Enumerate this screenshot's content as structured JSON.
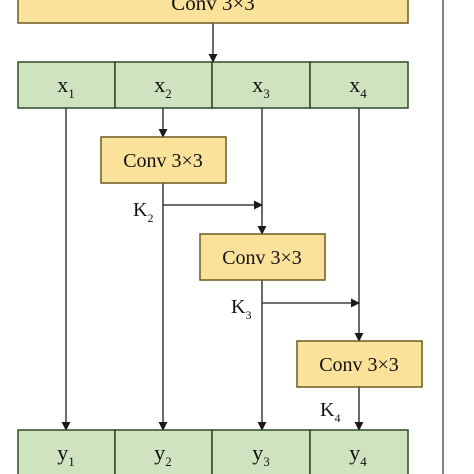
{
  "colors": {
    "conv_fill": "#fbe29a",
    "conv_stroke": "#6b5a1f",
    "split_fill": "#cfe3c0",
    "split_stroke": "#2c4a22",
    "line": "#1a1a1a",
    "frame": "#333333"
  },
  "top_conv": {
    "label": "Conv 3×3"
  },
  "inputs": [
    {
      "base": "x",
      "sub": "1"
    },
    {
      "base": "x",
      "sub": "2"
    },
    {
      "base": "x",
      "sub": "3"
    },
    {
      "base": "x",
      "sub": "4"
    }
  ],
  "convs": [
    {
      "label": "Conv 3×3"
    },
    {
      "label": "Conv 3×3"
    },
    {
      "label": "Conv 3×3"
    }
  ],
  "k_labels": [
    {
      "base": "K",
      "sub": "2"
    },
    {
      "base": "K",
      "sub": "3"
    },
    {
      "base": "K",
      "sub": "4"
    }
  ],
  "outputs": [
    {
      "base": "y",
      "sub": "1"
    },
    {
      "base": "y",
      "sub": "2"
    },
    {
      "base": "y",
      "sub": "3"
    },
    {
      "base": "y",
      "sub": "4"
    }
  ]
}
